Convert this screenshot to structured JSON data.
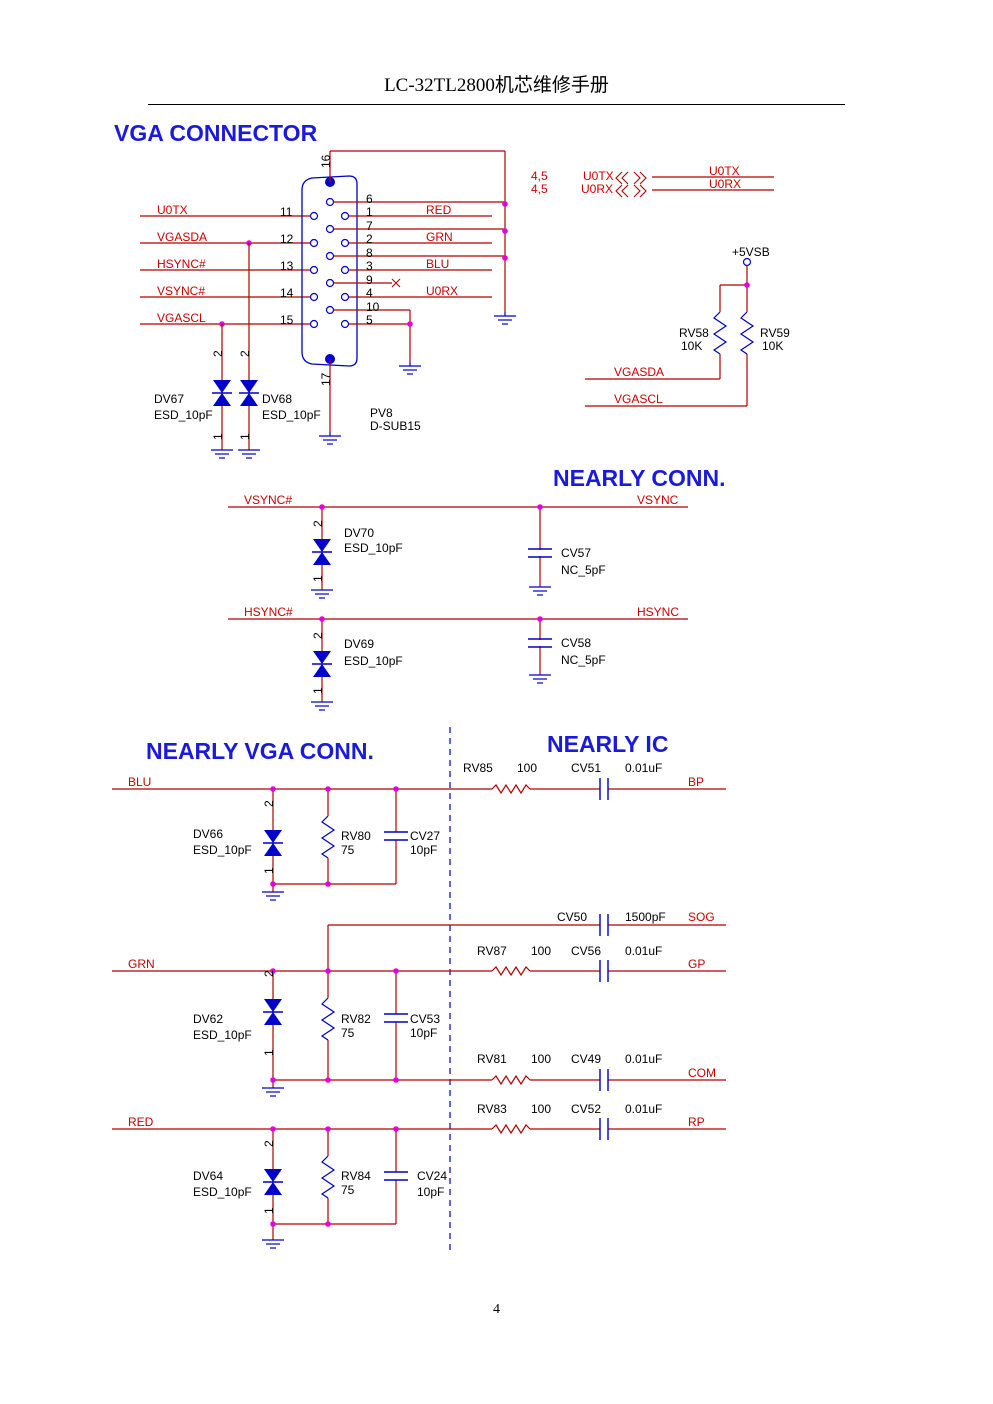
{
  "header": {
    "title": "LC-32TL2800机芯维修手册"
  },
  "page_number": "4",
  "colors": {
    "wire": "#b30000",
    "net_label": "#cc0000",
    "title": "#1a1adc",
    "component": "#0000cc",
    "junction": "#e000e0",
    "black": "#000000"
  },
  "sections": {
    "vga_connector": "VGA CONNECTOR",
    "nearly_conn": "NEARLY CONN.",
    "nearly_vga_conn": "NEARLY VGA CONN.",
    "nearly_ic": "NEARLY IC"
  },
  "connector": {
    "ref": "PV8",
    "value": "D-SUB15",
    "left_nets": [
      "U0TX",
      "VGASDA",
      "HSYNC#",
      "VSYNC#",
      "VGASCL"
    ],
    "left_pins": [
      "11",
      "12",
      "13",
      "14",
      "15"
    ],
    "right_pins": [
      "6",
      "1",
      "7",
      "2",
      "8",
      "3",
      "9",
      "4",
      "10",
      "5"
    ],
    "right_nets": [
      "RED",
      "GRN",
      "BLU",
      "U0RX"
    ],
    "shell_pins": [
      "16",
      "17"
    ]
  },
  "esd_top": [
    {
      "ref": "DV67",
      "value": "ESD_10pF"
    },
    {
      "ref": "DV68",
      "value": "ESD_10pF"
    }
  ],
  "diode_pins": [
    "2",
    "1"
  ],
  "offpage": {
    "sheets": [
      "4,5",
      "4,5"
    ],
    "nets": [
      "U0TX",
      "U0RX"
    ],
    "out_nets": [
      "U0TX",
      "U0RX"
    ]
  },
  "pullups": {
    "supply": "+5VSB",
    "resistors": [
      {
        "ref": "RV58",
        "value": "10K"
      },
      {
        "ref": "RV59",
        "value": "10K"
      }
    ],
    "nets": [
      "VGASDA",
      "VGASCL"
    ]
  },
  "sync_filters": [
    {
      "in": "VSYNC#",
      "out": "VSYNC",
      "diode": "DV70",
      "diode_value": "ESD_10pF",
      "cap": "CV57",
      "cap_value": "NC_5pF"
    },
    {
      "in": "HSYNC#",
      "out": "HSYNC",
      "diode": "DV69",
      "diode_value": "ESD_10pF",
      "cap": "CV58",
      "cap_value": "NC_5pF"
    }
  ],
  "rgb_channels": [
    {
      "net": "BLU",
      "diode": "DV66",
      "diode_value": "ESD_10pF",
      "res": "RV80",
      "res_value": "75",
      "cap": "CV27",
      "cap_value": "10pF",
      "series_res": "RV85",
      "series_res_value": "100",
      "series_cap": "CV51",
      "series_cap_value": "0.01uF",
      "out": "BP"
    },
    {
      "net": "GRN",
      "diode": "DV62",
      "diode_value": "ESD_10pF",
      "res": "RV82",
      "res_value": "75",
      "cap": "CV53",
      "cap_value": "10pF",
      "series_res": "RV87",
      "series_res_value": "100",
      "series_cap": "CV56",
      "series_cap_value": "0.01uF",
      "out": "GP"
    },
    {
      "net": "RED",
      "diode": "DV64",
      "diode_value": "ESD_10pF",
      "res": "RV84",
      "res_value": "75",
      "cap": "CV24",
      "cap_value": "10pF",
      "series_res": "RV83",
      "series_res_value": "100",
      "series_cap": "CV52",
      "series_cap_value": "0.01uF",
      "out": "RP"
    }
  ],
  "sog": {
    "cap": "CV50",
    "cap_value": "1500pF",
    "out": "SOG"
  },
  "com": {
    "res": "RV81",
    "res_value": "100",
    "cap": "CV49",
    "cap_value": "0.01uF",
    "out": "COM"
  }
}
